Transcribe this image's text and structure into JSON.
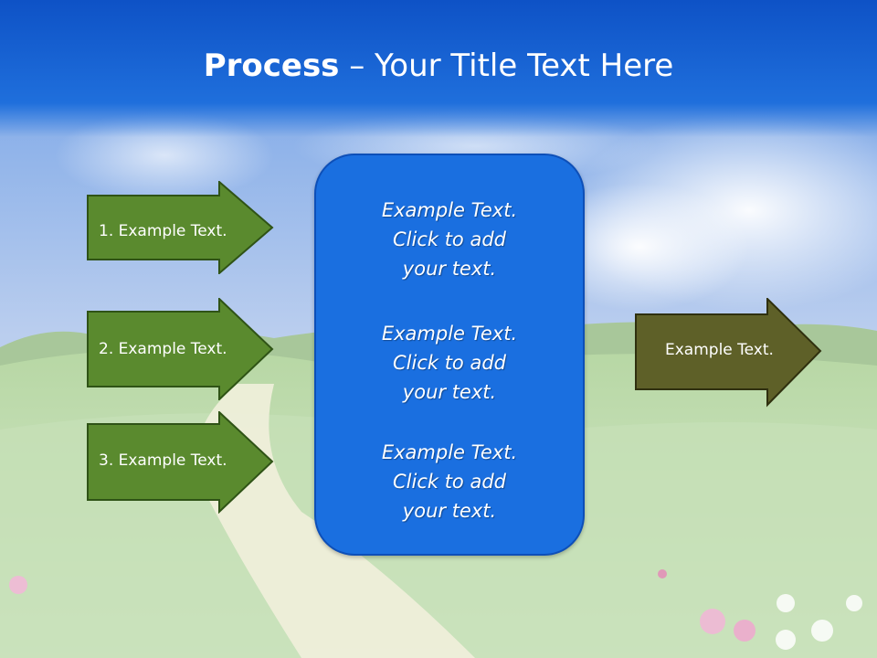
{
  "slide": {
    "title_bold": "Process",
    "title_rest": " – Your Title Text Here"
  },
  "left_arrows": [
    {
      "label": "1. Example Text."
    },
    {
      "label": "2. Example Text."
    },
    {
      "label": "3. Example Text."
    }
  ],
  "center_box": {
    "blocks": [
      {
        "line1": "Example Text.",
        "line2": "Click  to add",
        "line3": "your text."
      },
      {
        "line1": "Example Text.",
        "line2": "Click  to add",
        "line3": "your text."
      },
      {
        "line1": "Example Text.",
        "line2": "Click  to add",
        "line3": "your text."
      }
    ]
  },
  "right_arrow": {
    "label": "Example Text."
  },
  "colors": {
    "title_bar": "#1a5fd0",
    "left_arrow_fill": "#5a8a2e",
    "right_arrow_fill": "#5e6028",
    "center_box_fill": "#1a6fe0"
  }
}
